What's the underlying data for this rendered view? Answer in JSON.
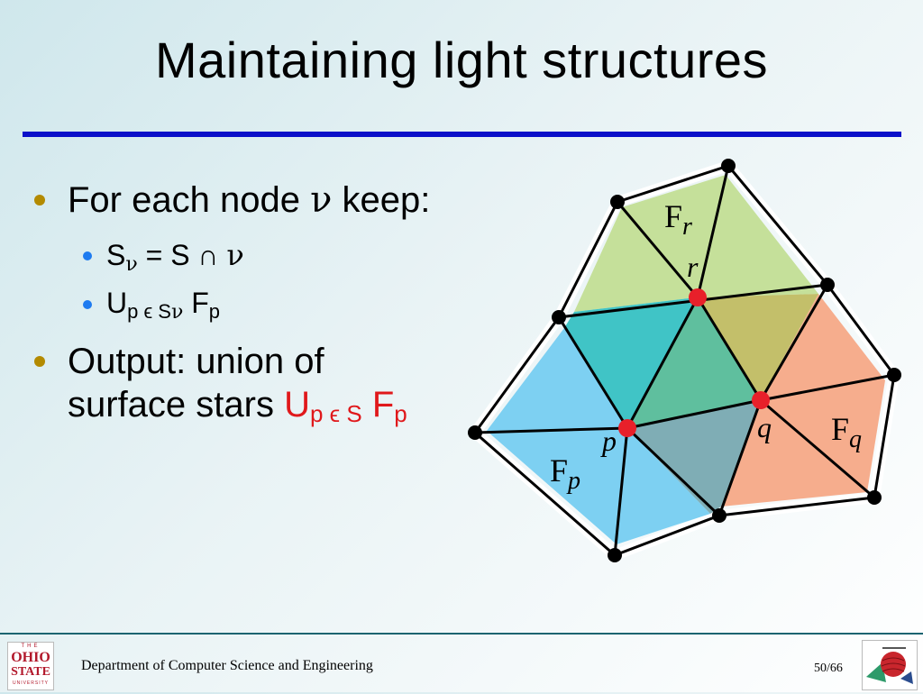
{
  "title": "Maintaining light structures",
  "bullets": {
    "b1_prefix": "For each node ",
    "b1_nu": "ν",
    "b1_suffix": " keep:",
    "sub1_S": "S",
    "sub1_nu": "ν",
    "sub1_rest": " = S ∩ ",
    "sub1_nu2": "ν",
    "sub2_U": "U",
    "sub2_sub": "p ϵ S",
    "sub2_nu": "ν",
    "sub2_F": " F",
    "sub2_p": "p",
    "b2_line1": "Output: union of",
    "b2_line2": "surface stars ",
    "b2_U": "U",
    "b2_sub": "p ϵ S",
    "b2_F": " F",
    "b2_p": "p"
  },
  "diagram": {
    "Fr_F": "F",
    "Fr_sub": "r",
    "r_label": "r",
    "q_label": "q",
    "Fq_F": "F",
    "Fq_sub": "q",
    "p_label": "p",
    "Fp_F": "F",
    "Fp_sub": "p",
    "colors": {
      "green": "#c5e09a",
      "teal": "#40c4c6",
      "blue": "#7dd0f2",
      "orange": "#f6ad8d",
      "olive": "#c3bf6a",
      "gray": "#7fadb5",
      "red_node": "#e8202a"
    }
  },
  "footer": {
    "department": "Department of Computer Science and Engineering",
    "page": "50/66",
    "osu_the": "THE",
    "osu_ohio": "OHIO",
    "osu_state": "STATE",
    "osu_univ": "UNIVERSITY"
  }
}
